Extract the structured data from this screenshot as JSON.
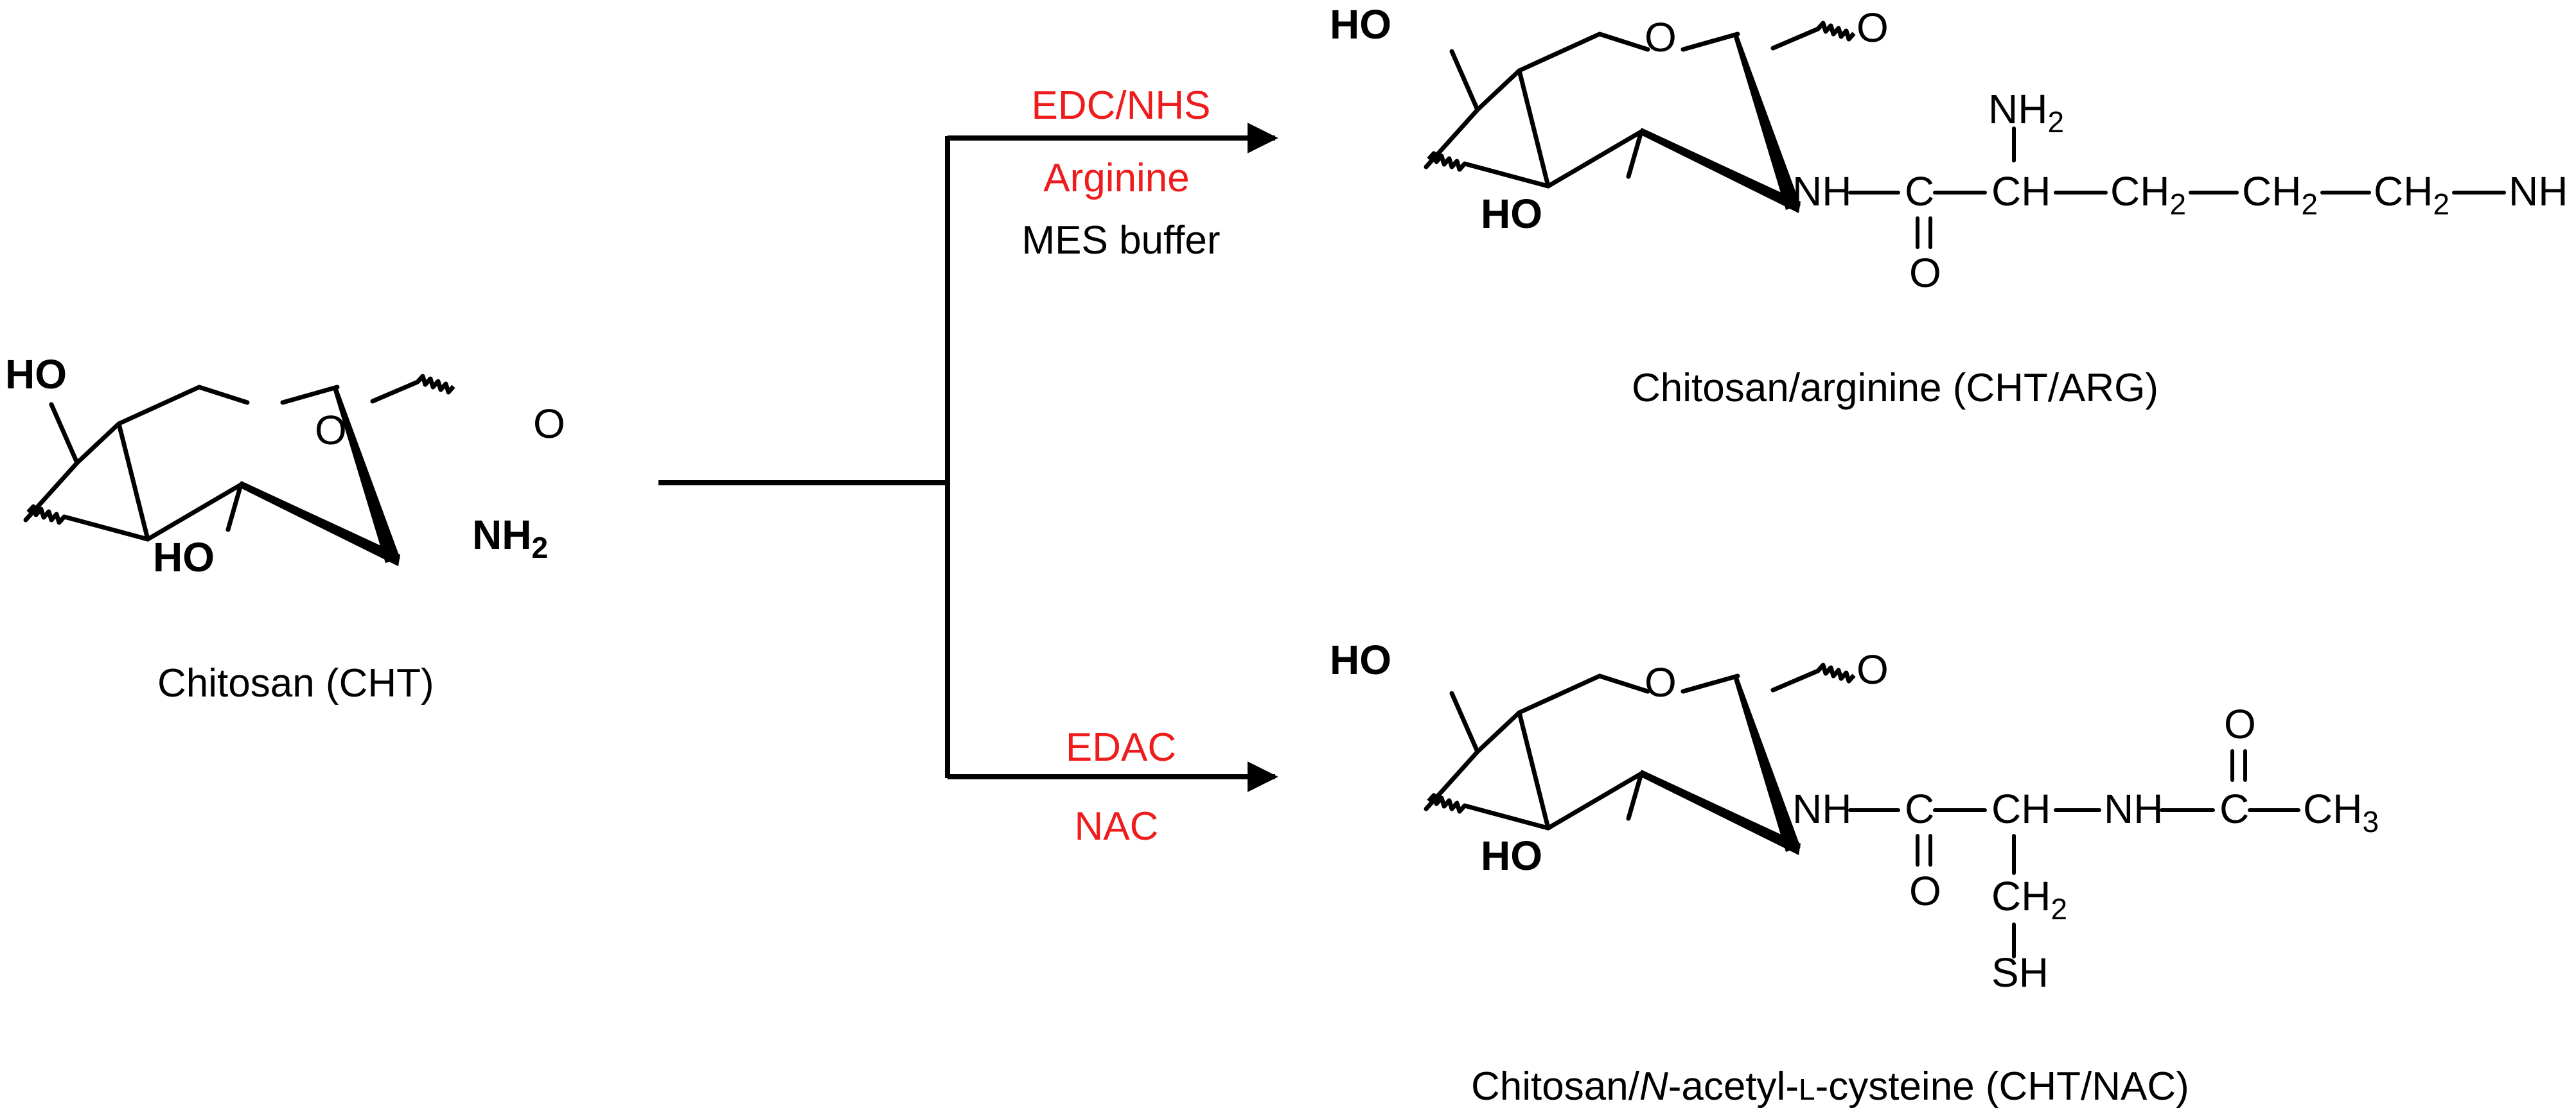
{
  "colors": {
    "reagent": "#ee1c1c",
    "heteroatom": "#1b1bd6",
    "bond": "#000000",
    "background": "#ffffff"
  },
  "reactant": {
    "caption": "Chitosan (CHT)",
    "label_ho_top": "HO",
    "label_ho_bottom": "HO",
    "label_o_ring": "O",
    "label_o_link": "O",
    "amine_main": "NH",
    "amine_sub": "2"
  },
  "reaction_top": {
    "reagent_1": "EDC/NHS",
    "reagent_2": "Arginine",
    "condition": "MES buffer"
  },
  "reaction_bottom": {
    "reagent_1": "EDAC",
    "reagent_2": "NAC"
  },
  "product_arg": {
    "caption": "Chitosan/arginine (CHT/ARG)",
    "label_ho_top": "HO",
    "label_ho_bottom": "HO",
    "label_o_ring": "O",
    "label_o_link": "O",
    "nh_link": "NH",
    "carbonyl_c": "C",
    "carbonyl_o": "O",
    "alpha_ch": "CH",
    "amine_main": "NH",
    "amine_sub": "2",
    "ch2_main": "CH",
    "ch2_sub": "2",
    "terminal_nh": "NH"
  },
  "product_nac": {
    "caption_pre": "Chitosan/",
    "caption_italic": "N",
    "caption_mid": "-acetyl-",
    "caption_smallcap": "L",
    "caption_post": "-cysteine (CHT/NAC)",
    "label_ho_top": "HO",
    "label_ho_bottom": "HO",
    "label_o_ring": "O",
    "label_o_link": "O",
    "nh_link": "NH",
    "carbonyl_c": "C",
    "carbonyl_o": "O",
    "alpha_ch": "CH",
    "nh_acetyl": "NH",
    "acetyl_c": "C",
    "acetyl_o": "O",
    "methyl_main": "CH",
    "methyl_sub": "3",
    "ch2_main": "CH",
    "ch2_sub": "2",
    "thiol": "SH"
  }
}
